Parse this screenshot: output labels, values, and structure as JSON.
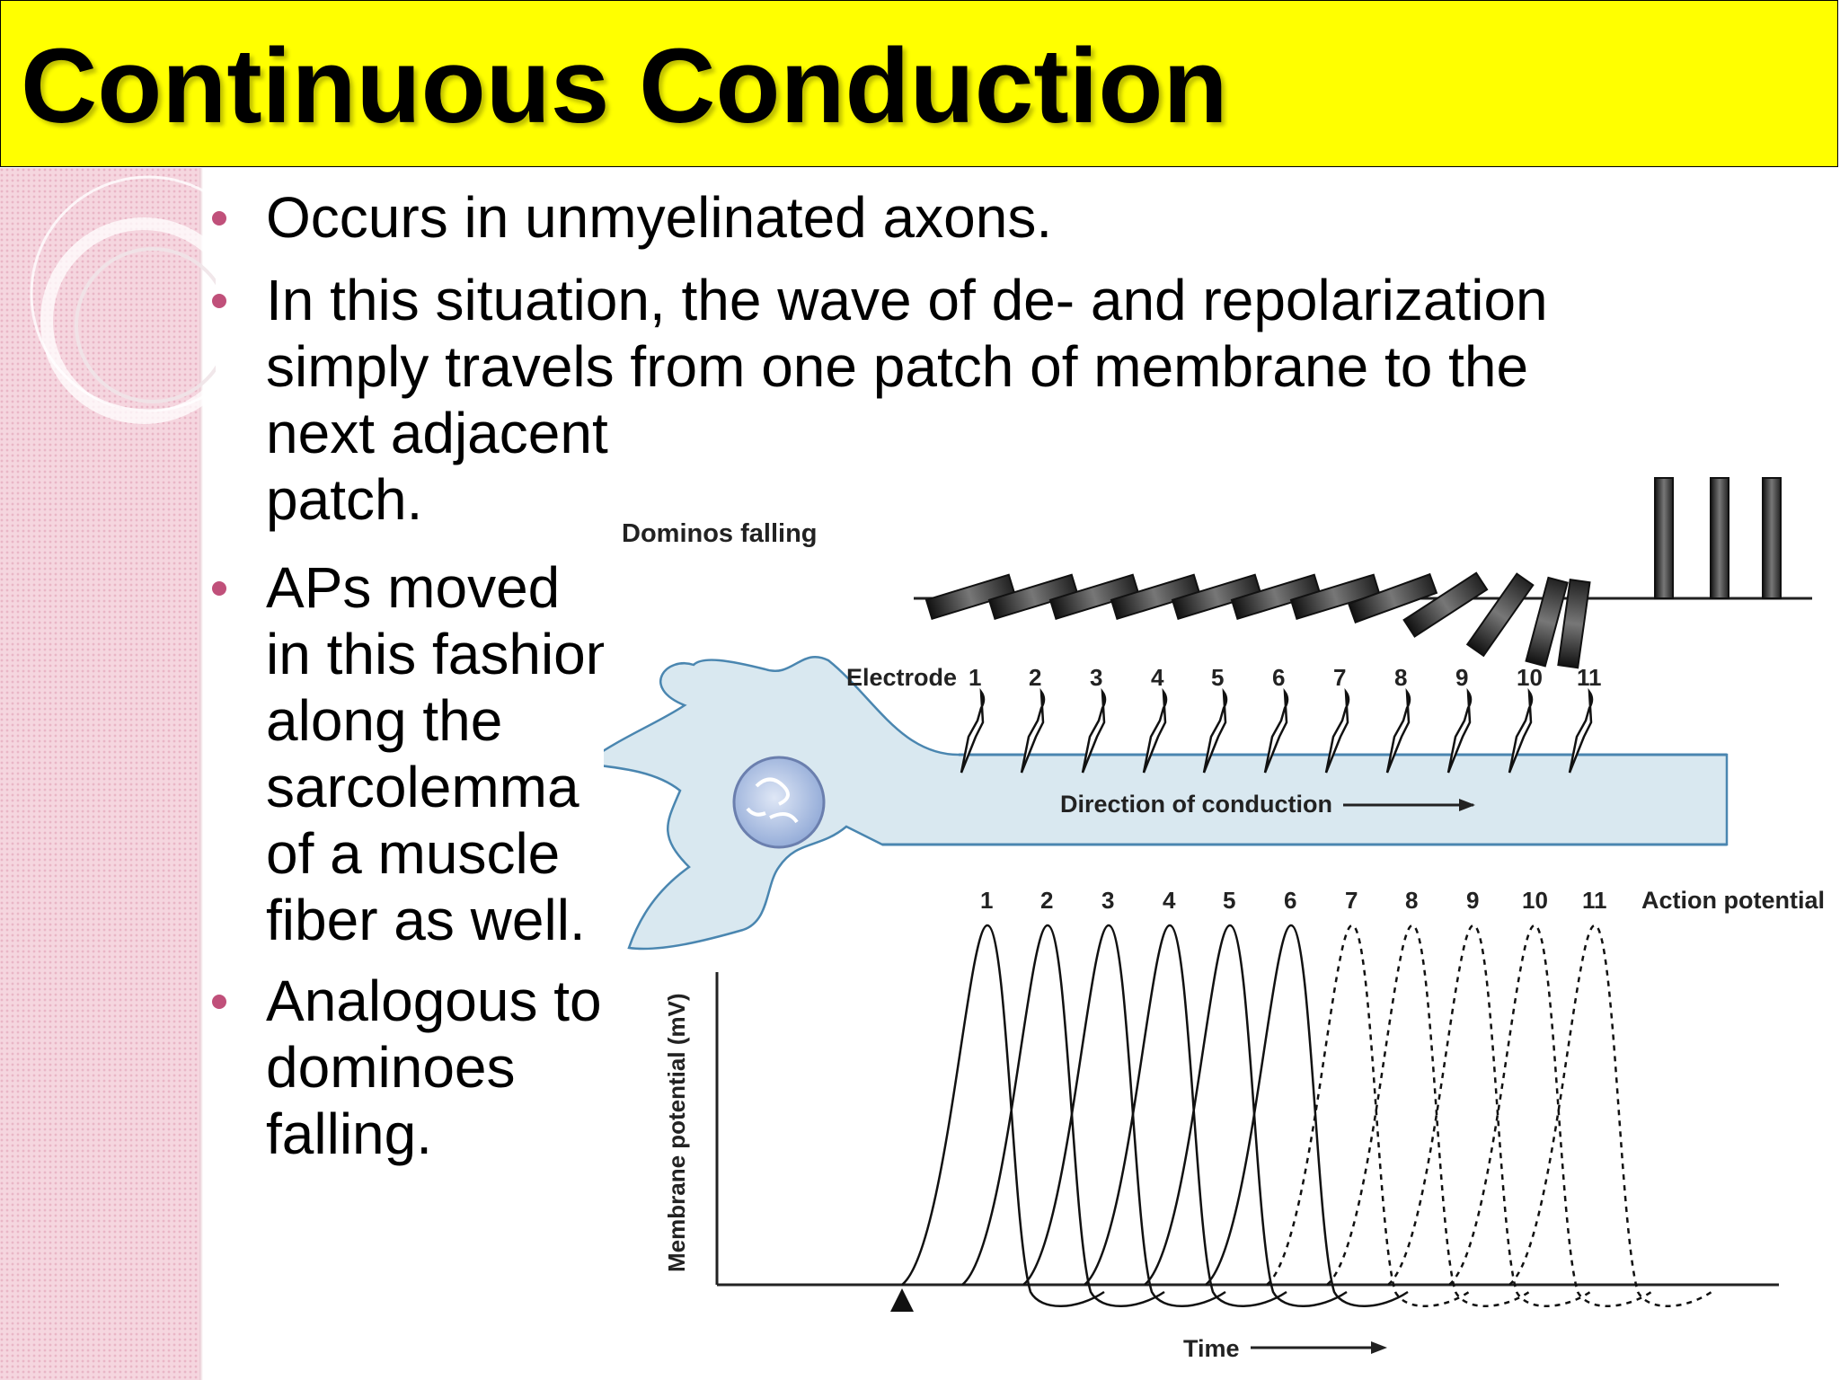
{
  "title": "Continuous Conduction",
  "bullets": [
    "Occurs in unmyelinated axons.",
    "In this situation, the wave of de- and repolarization\nsimply travels from one patch of membrane to the\nnext adjacent\npatch.",
    "APs moved\nin this fashion\nalong the\nsarcolemma\nof a muscle\nfiber as well.",
    "Analogous to\ndominoes\nfalling."
  ],
  "figure": {
    "dominos_label": "Dominos falling",
    "electrode_label": "Electrode",
    "electrode_numbers": [
      "1",
      "2",
      "3",
      "4",
      "5",
      "6",
      "7",
      "8",
      "9",
      "10",
      "11"
    ],
    "direction_label": "Direction of conduction",
    "ap_numbers": [
      "1",
      "2",
      "3",
      "4",
      "5",
      "6",
      "7",
      "8",
      "9",
      "10",
      "11"
    ],
    "ap_label": "Action potential",
    "y_label": "Membrane potential (mV)",
    "x_label": "Time",
    "colors": {
      "title_bg": "#ffff00",
      "bullet": "#c0507a",
      "neuron_fill": "#d9e8f0",
      "nucleus": "#8fa8d6"
    }
  }
}
